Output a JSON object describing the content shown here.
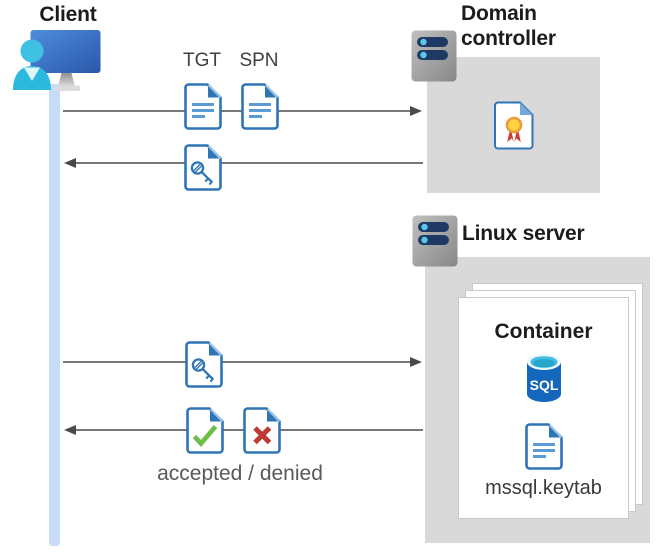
{
  "client": {
    "label": "Client"
  },
  "messages": {
    "tgt": "TGT",
    "spn": "SPN",
    "accepted_denied": "accepted / denied"
  },
  "domain_controller": {
    "label": "Domain controller"
  },
  "linux_server": {
    "label": "Linux server"
  },
  "container": {
    "label": "Container",
    "sql": "SQL",
    "keytab": "mssql.keytab"
  },
  "colors": {
    "document_blue": "#2E75B6",
    "document_line_blue": "#5B9BD5",
    "accepted_green": "#6CBE45",
    "denied_red": "#BE3A34",
    "box_gray": "#D9D9D9",
    "lifeline_blue": "#C7DDF7",
    "arrow_gray": "#4A4A4A",
    "server_bar_navy": "#1F3864",
    "sql_blue": "#1467BA",
    "person_cyan": "#2CB9DF"
  }
}
